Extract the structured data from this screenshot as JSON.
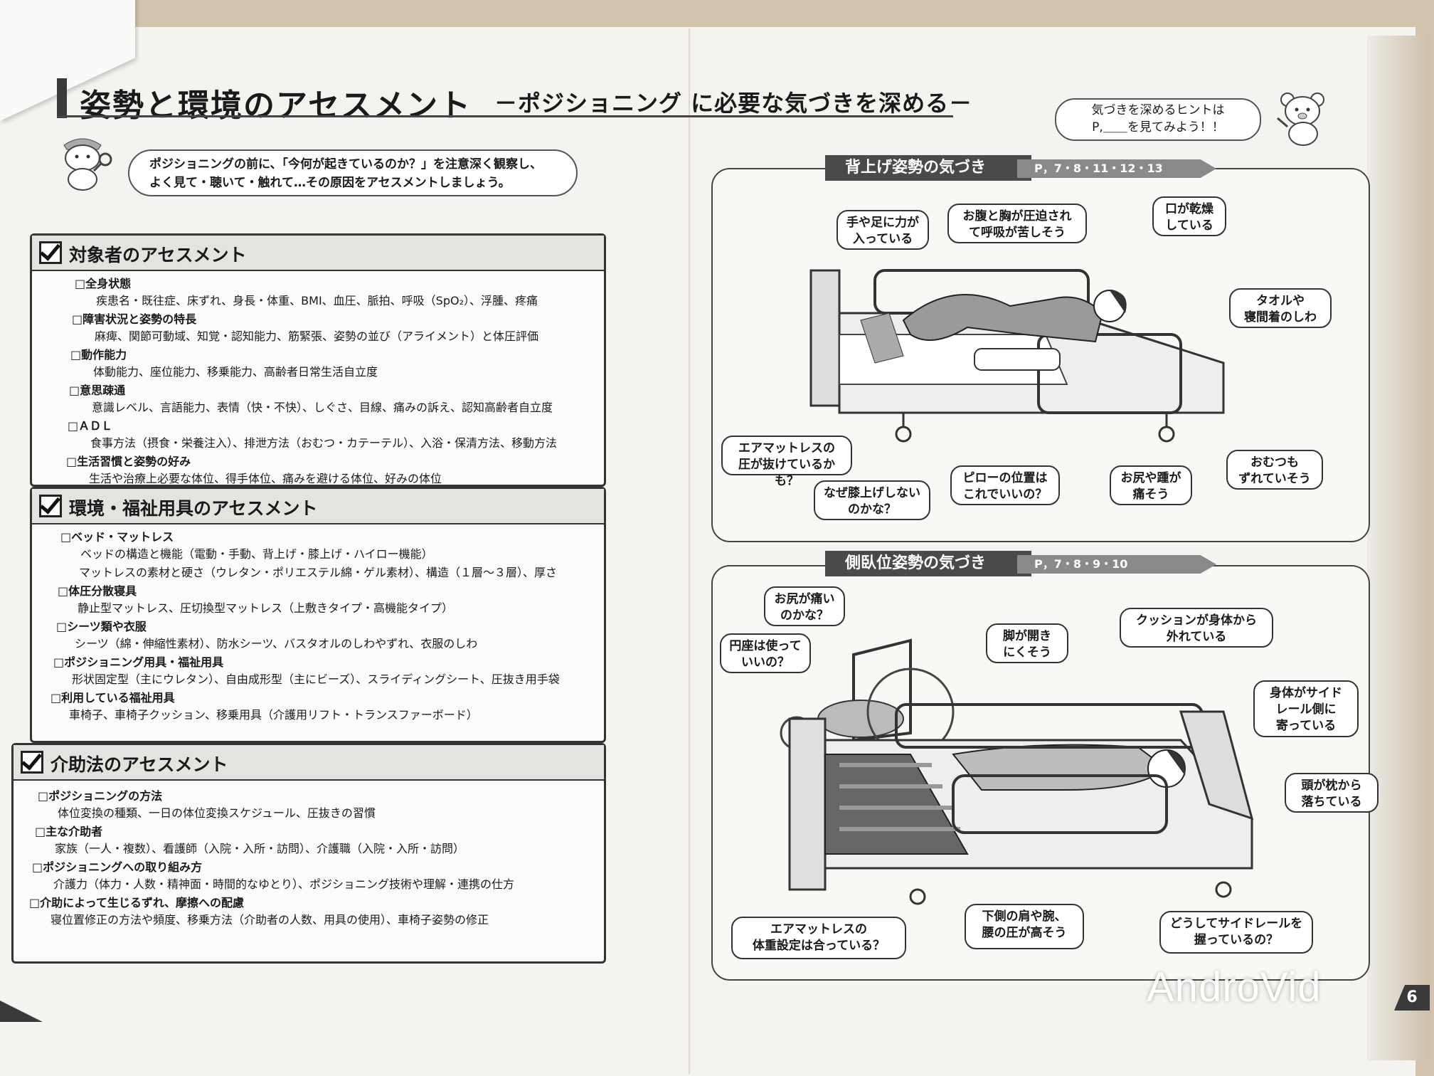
{
  "header": {
    "title": "姿勢と環境のアセスメント",
    "subtitle": "－ポジショニング に必要な気づきを深める－",
    "hint": {
      "line1": "気づきを深めるヒントは",
      "line2": "P,＿＿を見てみよう！！"
    }
  },
  "intro": {
    "line1": "ポジショニングの前に、「今何が起きているのか？」を注意深く観察し、",
    "line2": "よく見て・聴いて・触れて…その原因をアセスメントしましょう。"
  },
  "sections": [
    {
      "heading": "対象者のアセスメント",
      "items": [
        {
          "title": "□全身状態",
          "desc": [
            "疾患名・既往症、床ずれ、身長・体重、BMI、血圧、脈拍、呼吸（SpO₂）、浮腫、疼痛"
          ]
        },
        {
          "title": "□障害状況と姿勢の特長",
          "desc": [
            "麻痺、関節可動域、知覚・認知能力、筋緊張、姿勢の並び（アライメント）と体圧評価"
          ]
        },
        {
          "title": "□動作能力",
          "desc": [
            "体動能力、座位能力、移乗能力、高齢者日常生活自立度"
          ]
        },
        {
          "title": "□意思疎通",
          "desc": [
            "意識レベル、言語能力、表情（快・不快）、しぐさ、目線、痛みの訴え、認知高齢者自立度"
          ]
        },
        {
          "title": "□ＡＤＬ",
          "desc": [
            "食事方法（摂食・栄養注入）、排泄方法（おむつ・カテーテル）、入浴・保清方法、移動方法"
          ]
        },
        {
          "title": "□生活習慣と姿勢の好み",
          "desc": [
            "生活や治療上必要な体位、得手体位、痛みを避ける体位、好みの体位"
          ]
        }
      ]
    },
    {
      "heading": "環境・福祉用具のアセスメント",
      "items": [
        {
          "title": "□ベッド・マットレス",
          "desc": [
            "ベッドの構造と機能（電動・手動、背上げ・膝上げ・ハイロー機能）",
            "マットレスの素材と硬さ（ウレタン・ポリエステル綿・ゲル素材）、構造（１層～３層）、厚さ"
          ]
        },
        {
          "title": "□体圧分散寝具",
          "desc": [
            "静止型マットレス、圧切換型マットレス（上敷きタイプ・高機能タイプ）"
          ]
        },
        {
          "title": "□シーツ類や衣服",
          "desc": [
            "シーツ（綿・伸縮性素材）、防水シーツ、バスタオルのしわやずれ、衣服のしわ"
          ]
        },
        {
          "title": "□ポジショニング用具・福祉用具",
          "desc": [
            "形状固定型（主にウレタン）、自由成形型（主にビーズ）、スライディングシート、圧抜き用手袋"
          ]
        },
        {
          "title": "□利用している福祉用具",
          "desc": [
            "車椅子、車椅子クッション、移乗用具（介護用リフト・トランスファーボード）"
          ]
        }
      ]
    },
    {
      "heading": "介助法のアセスメント",
      "items": [
        {
          "title": "□ポジショニングの方法",
          "desc": [
            "体位変換の種類、一日の体位変換スケジュール、圧抜きの習慣"
          ]
        },
        {
          "title": "□主な介助者",
          "desc": [
            "家族（一人・複数）、看護師（入院・入所・訪問）、介護職（入院・入所・訪問）"
          ]
        },
        {
          "title": "□ポジショニングへの取り組み方",
          "desc": [
            "介護力（体力・人数・精神面・時間的なゆとり）、ポジショニング技術や理解・連携の仕方"
          ]
        },
        {
          "title": "□介助によって生じるずれ、摩擦への配慮",
          "desc": [
            "寝位置修正の方法や頻度、移乗方法（介助者の人数、用具の使用）、車椅子姿勢の修正"
          ]
        }
      ]
    }
  ],
  "panels": [
    {
      "title": "背上げ姿勢の気づき",
      "pages": "P，7・8・11・12・13",
      "callouts": [
        "手や足に力が\n入っている",
        "お腹と胸が圧迫され\nて呼吸が苦しそう",
        "口が乾燥\nしている",
        "タオルや\n寝間着のしわ",
        "エアマットレスの\n圧が抜けているかも？",
        "なぜ膝上げしない\nのかな？",
        "ピローの位置は\nこれでいいの？",
        "お尻や踵が\n痛そう",
        "おむつも\nずれていそう"
      ]
    },
    {
      "title": "側臥位姿勢の気づき",
      "pages": "P，7・8・9・10",
      "callouts": [
        "お尻が痛い\nのかな？",
        "円座は使って\nいいの？",
        "脚が開き\nにくそう",
        "クッションが身体から\n外れている",
        "身体がサイド\nレール側に\n寄っている",
        "頭が枕から\n落ちている",
        "エアマットレスの\n体重設定は合っている？",
        "下側の肩や腕、\n腰の圧が高そう",
        "どうしてサイドレールを\n握っているの？"
      ]
    }
  ],
  "page_number": "6",
  "watermark": "AndroVid"
}
